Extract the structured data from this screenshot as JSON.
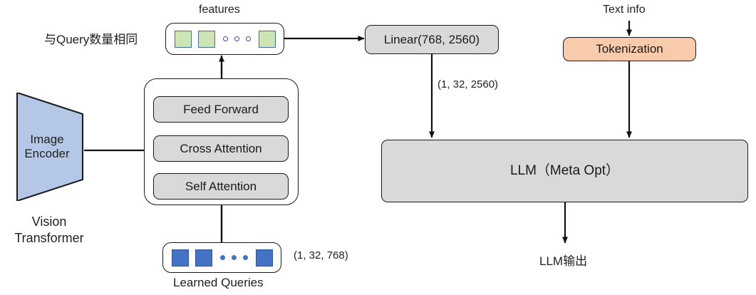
{
  "diagram": {
    "title": "BLIP-2 style vision-language model architecture",
    "colors": {
      "grey_fill": "#d9d9d9",
      "orange_fill": "#f8cbad",
      "blue_fill": "#b4c7e7",
      "green_token": "#cfe4b4",
      "blue_token": "#4472c4",
      "stroke": "#1a1a1a",
      "token_border_blue": "#41719c"
    },
    "labels": {
      "features": "features",
      "query_count_note": "与Query数量相同",
      "vision_transformer_line1": "Vision",
      "vision_transformer_line2": "Transformer",
      "learned_queries": "Learned Queries",
      "query_shape": "(1, 32, 768)",
      "linear_out_shape": "(1, 32, 2560)",
      "text_info": "Text info",
      "llm_output": "LLM输出"
    },
    "nodes": {
      "image_encoder_line1": "Image",
      "image_encoder_line2": "Encoder",
      "feed_forward": "Feed Forward",
      "cross_attention": "Cross Attention",
      "self_attention": "Self Attention",
      "linear": "Linear(768, 2560)",
      "tokenization": "Tokenization",
      "llm": "LLM（Meta Opt）"
    },
    "feature_tokens": {
      "squares_before": 2,
      "dots": 3,
      "squares_after": 1,
      "style": "green-square-blue-border"
    },
    "query_tokens": {
      "squares_before": 2,
      "dots": 3,
      "squares_after": 1,
      "style": "solid-blue-square"
    },
    "edges": [
      {
        "from": "image-encoder",
        "to": "cross-attention",
        "label": ""
      },
      {
        "from": "learned-queries",
        "to": "self-attention",
        "label": ""
      },
      {
        "from": "self-attention",
        "to": "cross-attention",
        "label": ""
      },
      {
        "from": "cross-attention",
        "to": "feed-forward",
        "label": ""
      },
      {
        "from": "feed-forward",
        "to": "features",
        "label": ""
      },
      {
        "from": "features",
        "to": "linear",
        "label": ""
      },
      {
        "from": "linear",
        "to": "llm",
        "label": "(1, 32, 2560)"
      },
      {
        "from": "text-info",
        "to": "tokenization",
        "label": ""
      },
      {
        "from": "tokenization",
        "to": "llm",
        "label": ""
      },
      {
        "from": "llm",
        "to": "llm-output",
        "label": ""
      }
    ]
  }
}
